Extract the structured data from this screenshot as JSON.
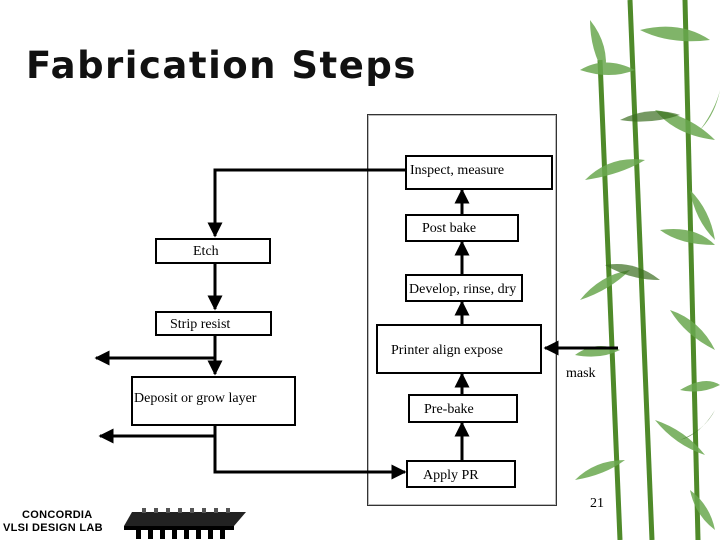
{
  "slide": {
    "title": "Fabrication Steps",
    "page_number": "21"
  },
  "diagram": {
    "steps": {
      "inspect": "Inspect, measure",
      "post_bake": "Post bake",
      "etch": "Etch",
      "develop": "Develop, rinse, dry",
      "strip": "Strip resist",
      "expose": "Printer align expose",
      "deposit": "Deposit or grow layer",
      "pre_bake": "Pre-bake",
      "apply_pr": "Apply PR"
    },
    "mask_label": "mask"
  },
  "logo": {
    "line1": "CONCORDIA",
    "line2": "VLSI DESIGN LAB"
  }
}
